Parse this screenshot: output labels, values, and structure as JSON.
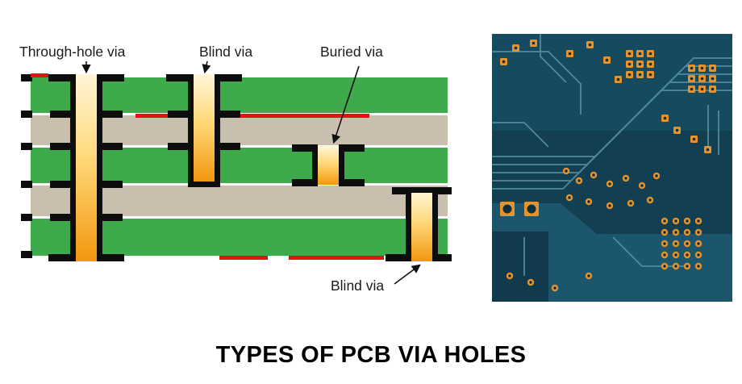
{
  "title": "TYPES OF PCB VIA HOLES",
  "diagram": {
    "labels": {
      "through_hole": "Through-hole via",
      "blind_top": "Blind via",
      "buried": "Buried via",
      "blind_bottom": "Blind via"
    },
    "colors": {
      "layer_green": "#3faa4b",
      "layer_tan": "#c9bfae",
      "via_gradient_top": "#fff6d8",
      "via_gradient_mid": "#ffd878",
      "via_gradient_bottom": "#f2970f",
      "plating_black": "#0d0d0d",
      "trace_red": "#e31313"
    }
  },
  "photo": {
    "colors": {
      "board_dark": "#123f52",
      "board_light": "#1c566c",
      "trace_blue": "#4f8a9c",
      "pad_orange": "#e8922a",
      "hole_dark": "#0f2f3e"
    }
  }
}
